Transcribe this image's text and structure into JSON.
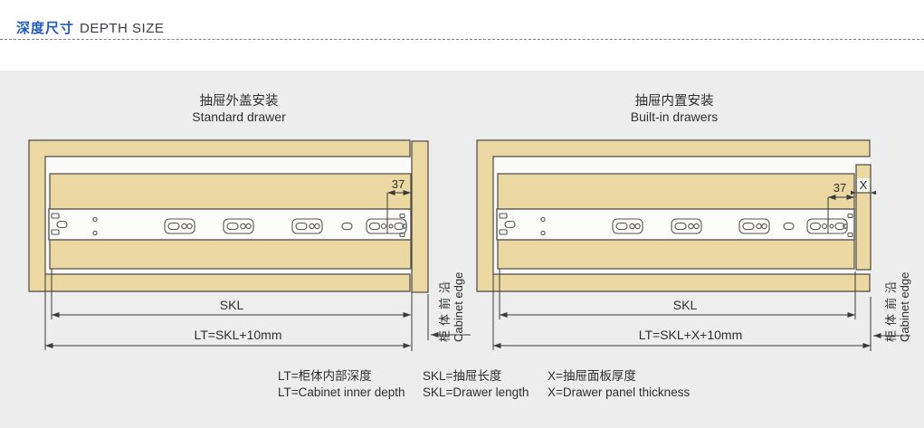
{
  "header": {
    "title_cn": "深度尺寸",
    "title_en": "DEPTH SIZE"
  },
  "diagrams": {
    "left": {
      "title_cn": "抽屉外盖安装",
      "title_en": "Standard drawer",
      "dim_37": "37",
      "skl_label": "SKL",
      "lt_label": "LT=SKL+10mm",
      "cabinet_edge_cn": "柜体前沿",
      "cabinet_edge_en": "Cabinet edge"
    },
    "right": {
      "title_cn": "抽屉内置安装",
      "title_en": "Built-in drawers",
      "dim_37": "37",
      "dim_x": "X",
      "skl_label": "SKL",
      "lt_label": "LT=SKL+X+10mm",
      "cabinet_edge_cn": "柜体前沿",
      "cabinet_edge_en": "Cabinet edge"
    }
  },
  "legend": {
    "items": [
      {
        "cn": "LT=柜体内部深度",
        "en": "LT=Cabinet inner depth"
      },
      {
        "cn": "SKL=抽屉长度",
        "en": "SKL=Drawer length"
      },
      {
        "cn": "X=抽屉面板厚度",
        "en": "X=Drawer panel thickness"
      }
    ]
  },
  "colors": {
    "accent_blue": "#1f5cb8",
    "wood_fill": "#ecd8a2",
    "line_dark": "#3a3a3a",
    "panel_background": "#ededed"
  }
}
